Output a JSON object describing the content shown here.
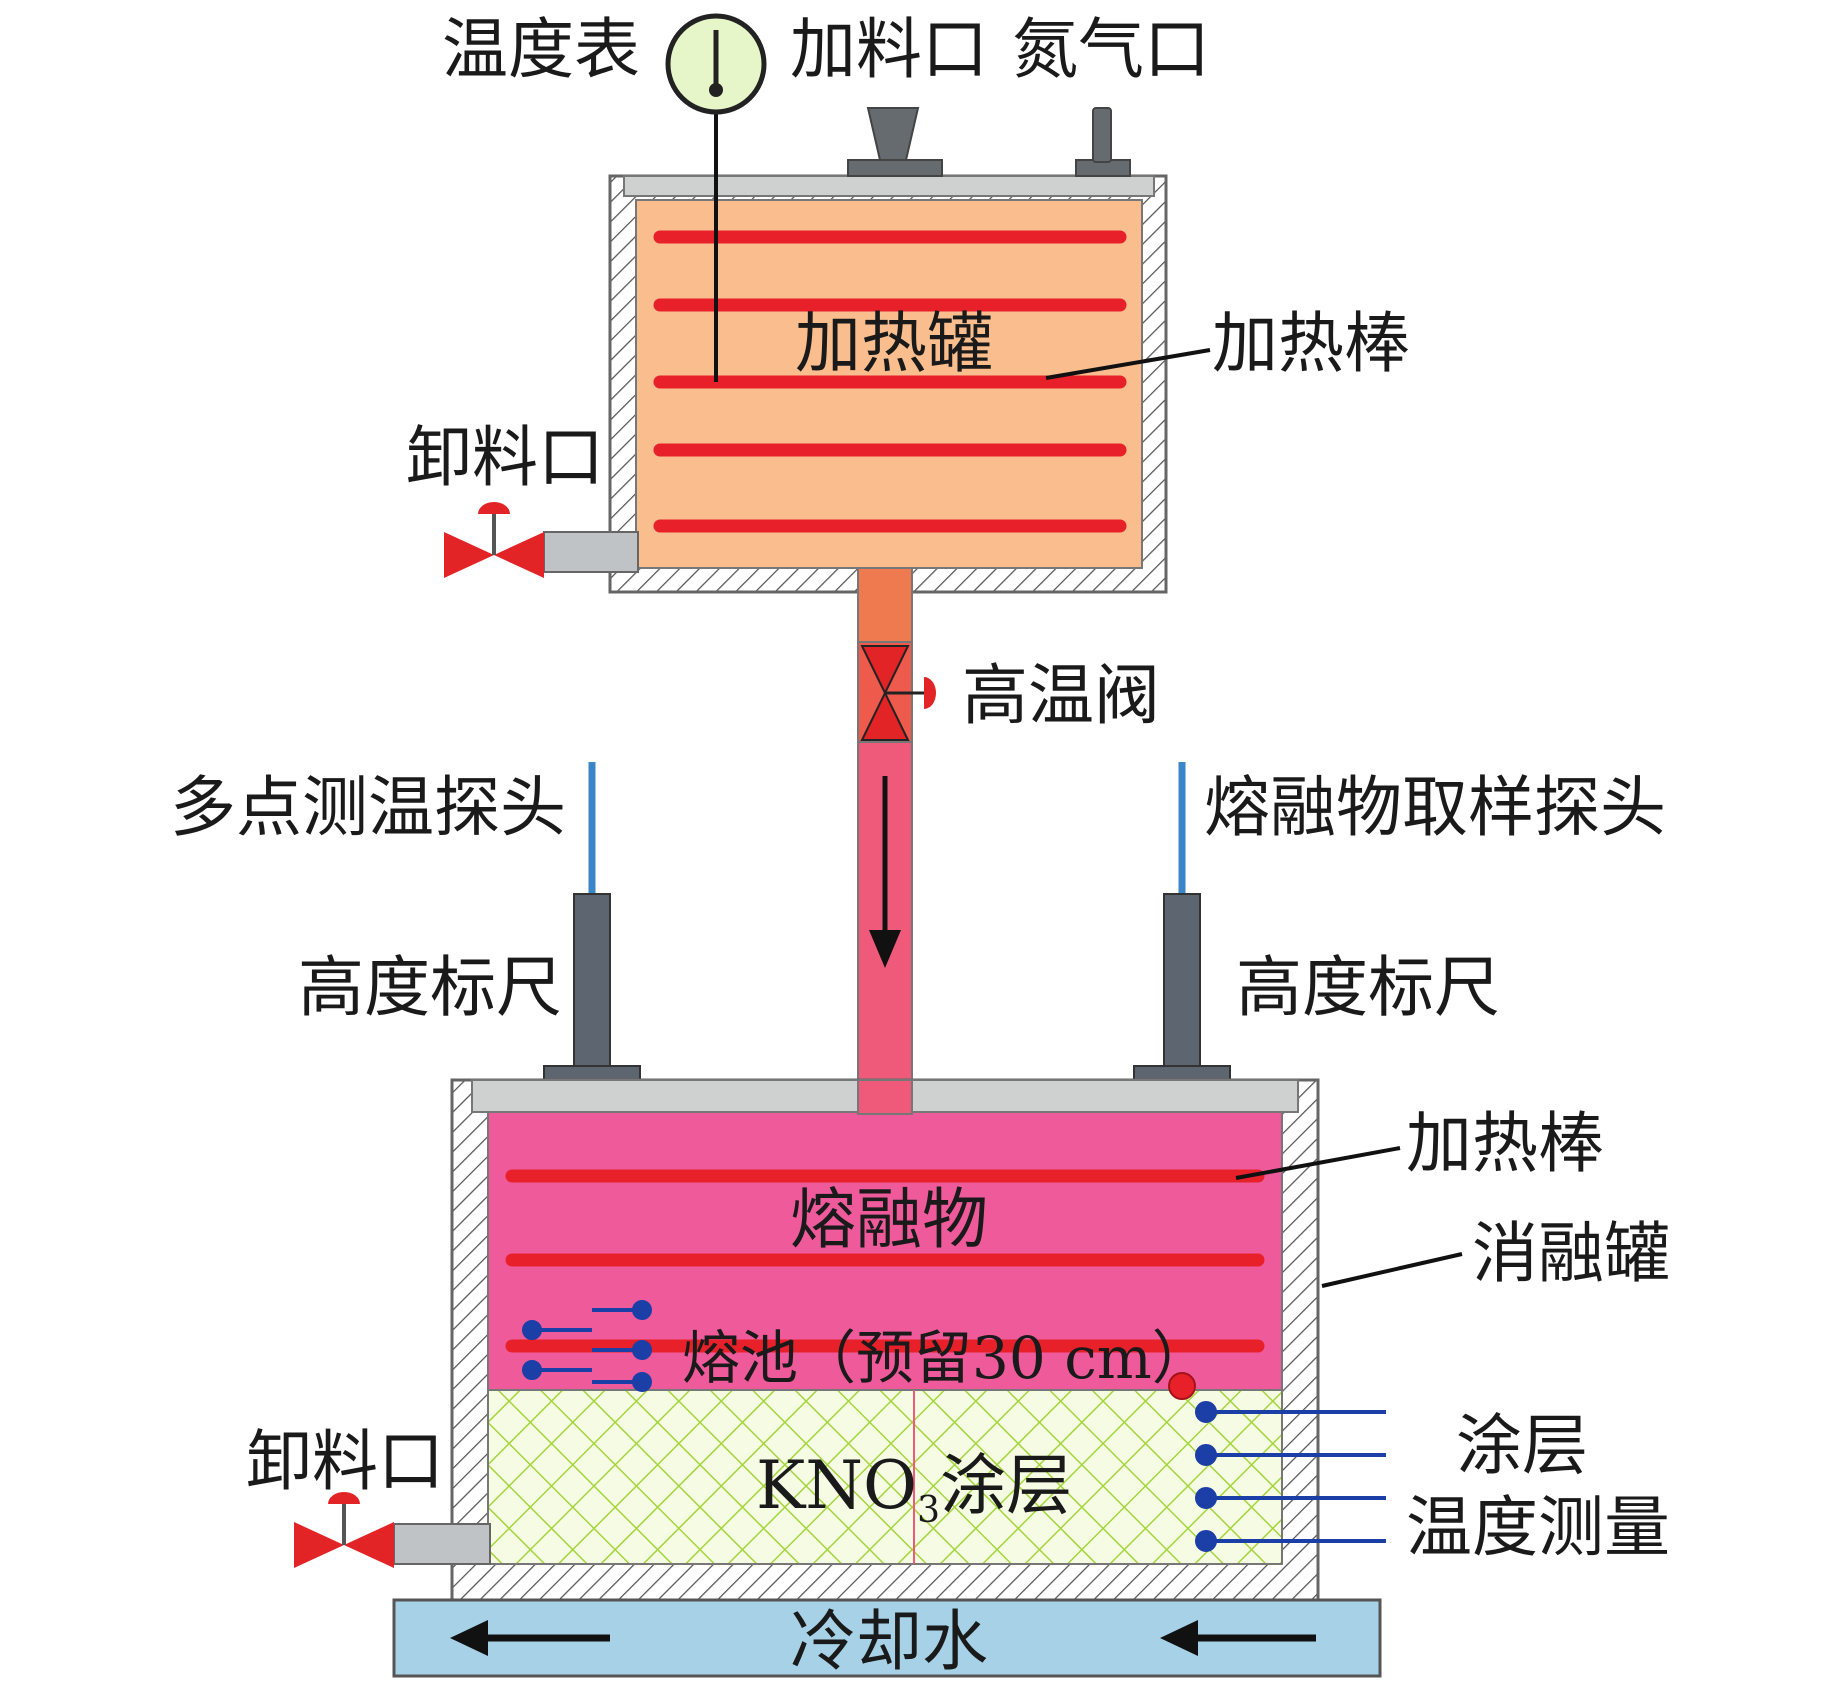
{
  "title": "",
  "labels": {
    "thermometer": "温度表",
    "feed_port": "加料口",
    "nitrogen_port": "氮气口",
    "heating_tank": "加热罐",
    "heating_rod_top": "加热棒",
    "discharge_top": "卸料口",
    "high_temp_valve": "高温阀",
    "multipoint_probe": "多点测温探头",
    "melt_sampling_probe": "熔融物取样探头",
    "height_scale_left": "高度标尺",
    "height_scale_right": "高度标尺",
    "heating_rod_bottom": "加热棒",
    "ablation_tank": "消融罐",
    "melt": "熔融物",
    "melt_pool": "熔池（预留30 cm）",
    "kno3_prefix": "KNO",
    "kno3_subscript": "3",
    "kno3_suffix": "涂层",
    "coating_line1": "涂层",
    "coating_line2": "温度测量",
    "discharge_bottom": "卸料口",
    "cooling_water": "冷却水"
  },
  "colors": {
    "heating_tank_fill": "#f9bd8e",
    "melt_fill": "#ef5a9b",
    "heating_rod": "#e8202a",
    "coating_mesh": "#a4d63c",
    "coating_bg": "#f6fbe4",
    "probe_blue": "#3b86c8",
    "probe_dot": "#1b3fa6",
    "pipe_fill": "#f07a50",
    "cooling_fill": "#a6d1e6",
    "valve_red": "#e22427",
    "lid_gray": "#cfd1d1",
    "scale_gray": "#5d6670"
  }
}
